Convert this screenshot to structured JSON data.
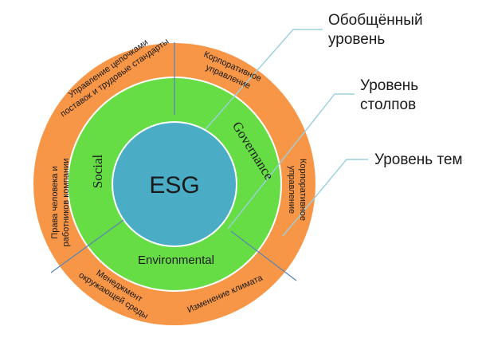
{
  "center": {
    "label": "ESG"
  },
  "pillars": {
    "social": "Social",
    "governance": "Governance",
    "environmental": "Environmental"
  },
  "topics": {
    "supply_chain": [
      "Управление цепочками",
      "поставок и трудовые стандарты"
    ],
    "human_rights": [
      "Права человека и",
      "работников компании"
    ],
    "corp_gov_top": [
      "Корпоративное",
      "управление"
    ],
    "corp_gov_right": [
      "Корпоративное",
      "управление"
    ],
    "env_management": [
      "Менеджмент",
      "окружающей среды"
    ],
    "climate": "Изменение климата"
  },
  "levels": {
    "general": [
      "Обобщённый",
      "уровень"
    ],
    "pillars": [
      "Уровень",
      "столпов"
    ],
    "topics": "Уровень тем"
  },
  "colors": {
    "outer_ring": "#F79646",
    "middle_ring": "#66DD44",
    "core": "#4BACC6",
    "divider": "#5B86B5",
    "leader": "#9CCFE0"
  }
}
